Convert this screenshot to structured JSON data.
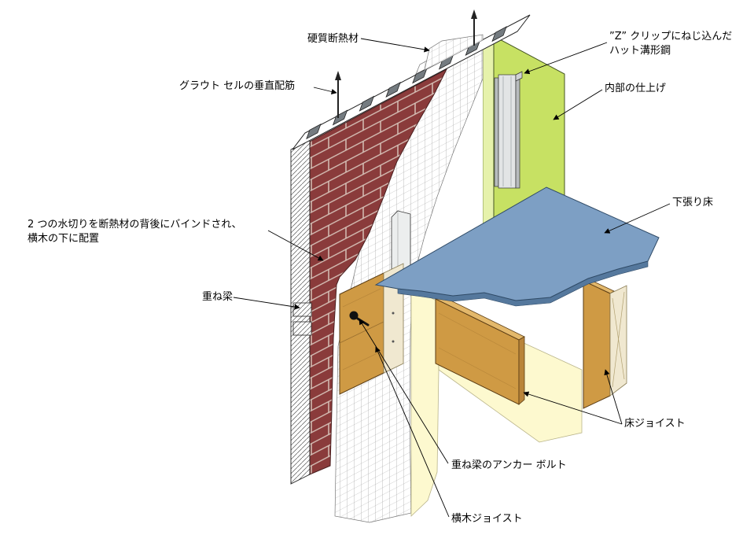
{
  "figure": {
    "background": "#ffffff",
    "palette": {
      "brick": "#8a3b3b",
      "mortar": "#d8c4ba",
      "interior_finish": "#c7e163",
      "insulation_edge": "#e6f2ab",
      "subfloor_top": "#7d9fc4",
      "subfloor_edge": "#55789d",
      "wood": "#cf9a44",
      "wood_end": "#b9853a",
      "wood_light": "#f0e8d0",
      "batt_insulation": "#fdf9cf",
      "steel": "#e2e4e5",
      "cmu_core": "#747b80"
    },
    "labels": [
      {
        "id": "rigid-insulation",
        "text": "硬質断熱材"
      },
      {
        "id": "hat-channel",
        "text": "”Z” クリップにねじ込んだ\nハット溝形鋼"
      },
      {
        "id": "grout-cell-rebar",
        "text": "グラウト セルの垂直配筋"
      },
      {
        "id": "interior-finish",
        "text": "内部の仕上げ"
      },
      {
        "id": "subfloor",
        "text": "下張り床"
      },
      {
        "id": "flashing",
        "text": "2 つの水切りを断熱材の背後にバインドされ、\n横木の下に配置"
      },
      {
        "id": "ledger-beam",
        "text": "重ね梁"
      },
      {
        "id": "floor-joist",
        "text": "床ジョイスト"
      },
      {
        "id": "ledger-anchor-bolt",
        "text": "重ね梁のアンカー ボルト"
      },
      {
        "id": "ledger-joist",
        "text": "横木ジョイスト"
      }
    ]
  }
}
